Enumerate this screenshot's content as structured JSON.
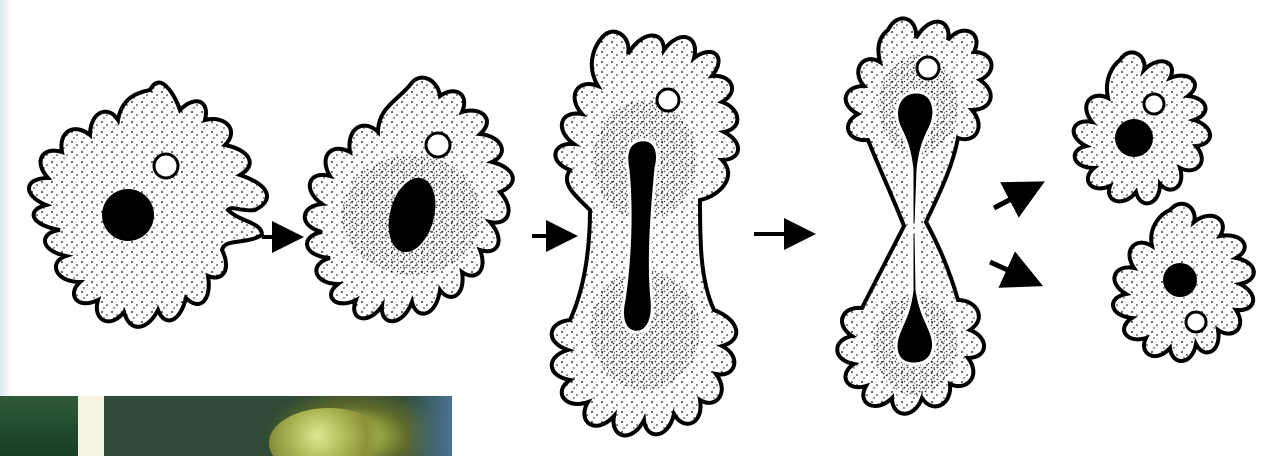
{
  "figure": {
    "stages": [
      {
        "id": "stage-1",
        "description_key": "single-amoeba"
      },
      {
        "id": "stage-2",
        "description_key": "nucleus-elongating"
      },
      {
        "id": "stage-3",
        "description_key": "cell-elongated"
      },
      {
        "id": "stage-4",
        "description_key": "cell-pinching"
      },
      {
        "id": "stage-5",
        "description_key": "two-daughter-cells"
      }
    ],
    "colors": {
      "ink": "#000000",
      "background": "#ffffff",
      "cytoplasm": "#ffffff",
      "vacuole": "#ffffff",
      "nucleus": "#000000"
    },
    "arrows": 5
  },
  "photo": {
    "colors": {
      "left": "#1f4a2e",
      "divider": "#f6f3e3",
      "cell": "#b9c76a"
    }
  }
}
